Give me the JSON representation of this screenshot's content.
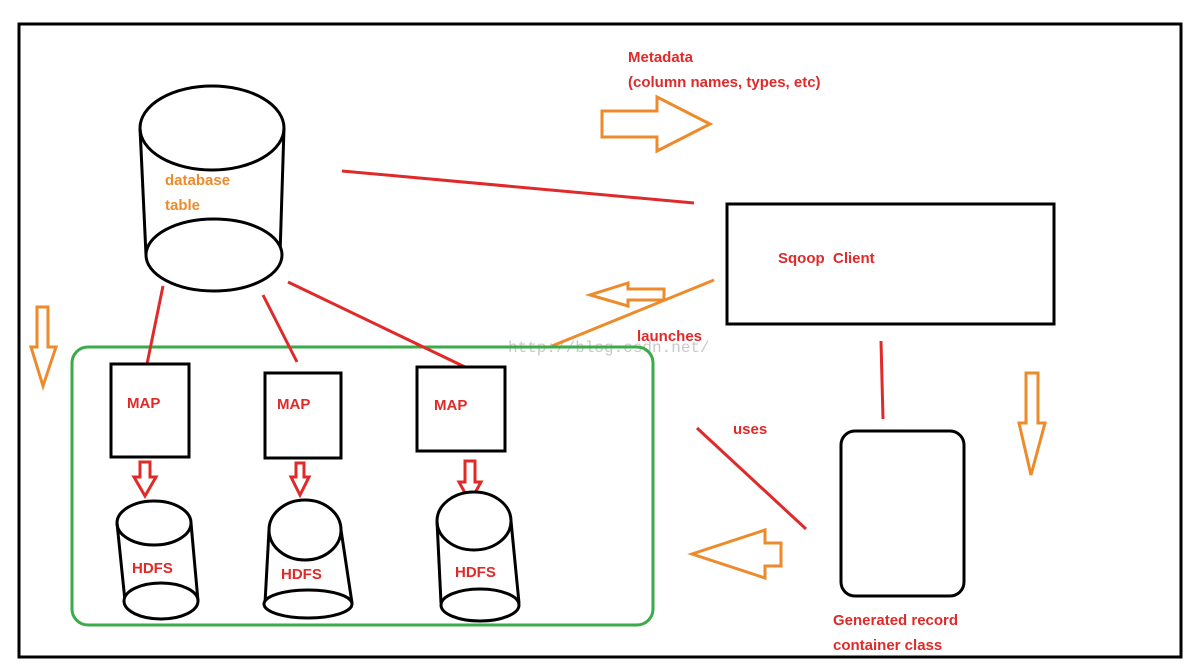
{
  "colors": {
    "frame": "#000000",
    "red": "#e02a2a",
    "orange": "#ed8b2c",
    "green": "#3aaa4a",
    "watermark": "#c8c8c8"
  },
  "metadata": {
    "title": "Metadata",
    "detail": "(column names, types, etc)"
  },
  "database": {
    "line1": "database",
    "line2": "table"
  },
  "sqoop_client": {
    "label": "Sqoop  Client"
  },
  "edges": {
    "launches": "launches",
    "uses": "uses"
  },
  "generated": {
    "line1": "Generated record",
    "line2": "container class"
  },
  "map_tasks": [
    {
      "map_label": "MAP",
      "hdfs_label": "HDFS"
    },
    {
      "map_label": "MAP",
      "hdfs_label": "HDFS"
    },
    {
      "map_label": "MAP",
      "hdfs_label": "HDFS"
    }
  ],
  "watermark": "http://blog.csdn.net/",
  "icons": [
    "orange-hollow-arrow-icon",
    "red-hollow-arrow-icon"
  ]
}
